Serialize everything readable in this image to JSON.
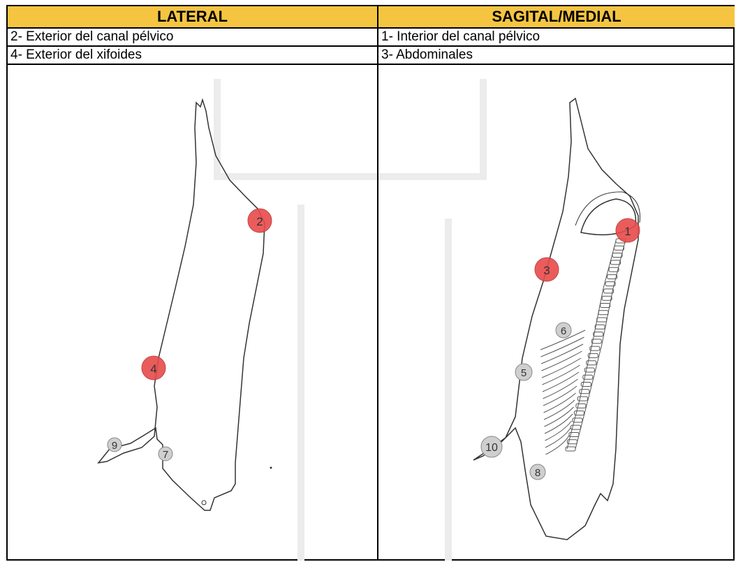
{
  "columns": [
    {
      "header": "LATERAL",
      "rows": [
        "2- Exterior del canal pélvico",
        "4- Exterior del xifoides"
      ],
      "markers": [
        {
          "label": "2",
          "status": "highlighted"
        },
        {
          "label": "4",
          "status": "highlighted"
        },
        {
          "label": "9",
          "status": "normal"
        },
        {
          "label": "7",
          "status": "normal"
        }
      ]
    },
    {
      "header": "SAGITAL/MEDIAL",
      "rows": [
        "1- Interior del canal pélvico",
        "3- Abdominales"
      ],
      "markers": [
        {
          "label": "1",
          "status": "highlighted"
        },
        {
          "label": "3",
          "status": "highlighted"
        },
        {
          "label": "6",
          "status": "normal"
        },
        {
          "label": "5",
          "status": "normal"
        },
        {
          "label": "10",
          "status": "normal"
        },
        {
          "label": "8",
          "status": "normal"
        }
      ]
    }
  ],
  "colors": {
    "header_bg": "#f5c542",
    "highlighted": "#e84b4b",
    "normal": "#cfcfcf",
    "watermark": "#ececec"
  }
}
